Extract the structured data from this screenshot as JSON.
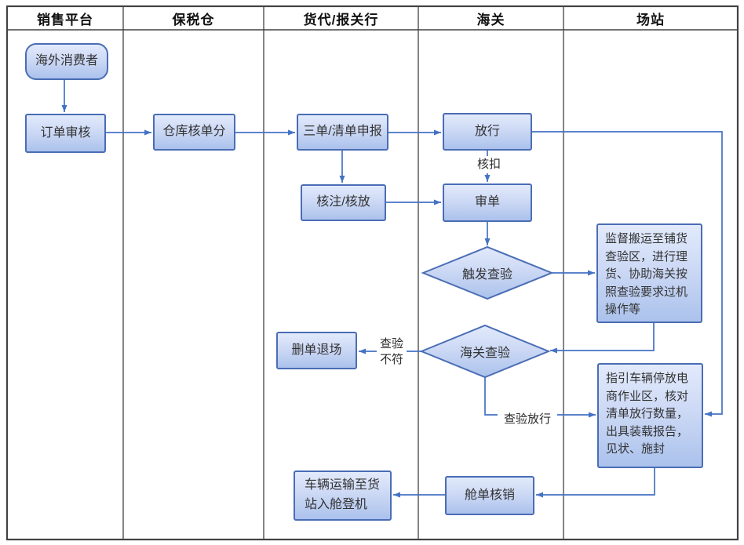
{
  "lanes": [
    {
      "label": "销售平台"
    },
    {
      "label": "保税仓"
    },
    {
      "label": "货代/报关行"
    },
    {
      "label": "海关"
    },
    {
      "label": "场站"
    }
  ],
  "nodes": {
    "consumer": {
      "label": "海外消费者"
    },
    "order_review": {
      "label": "订单审核"
    },
    "warehouse_check": {
      "label": "仓库核单分"
    },
    "declaration": {
      "label": "三单/清单申报"
    },
    "note_release": {
      "label": "核注/核放"
    },
    "release": {
      "label": "放行"
    },
    "doc_review": {
      "label": "审单"
    },
    "trigger_inspection": {
      "label": "触发查验"
    },
    "supervise_handling": {
      "label": "监督搬运至铺货查验区，进行理货、协助海关按照查验要求过机操作等"
    },
    "customs_inspection": {
      "label": "海关查验"
    },
    "delete_exit": {
      "label": "删单退场"
    },
    "guide_vehicle": {
      "label": "指引车辆停放电商作业区，核对清单放行数量，出具装载报告，见状、施封"
    },
    "truck_transport": {
      "label": "车辆运输至货站入舱登机"
    },
    "manifest_writeoff": {
      "label": "舱单核销"
    }
  },
  "edge_labels": {
    "deduct": "核扣",
    "inspect_fail": "查验不符",
    "inspect_pass": "查验放行"
  },
  "colors": {
    "node_border": "#4a6db5",
    "node_fill_top": "#e2eafb",
    "node_fill_bottom": "#abc2ec",
    "arrow": "#4472c4",
    "grid": "#424242"
  }
}
